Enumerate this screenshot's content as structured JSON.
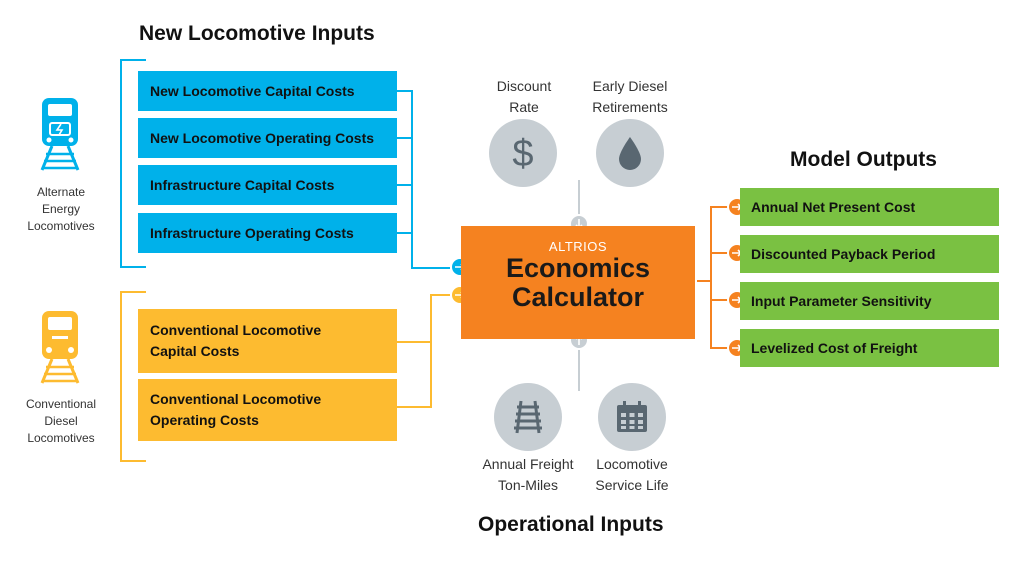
{
  "headings": {
    "new_locomotive_inputs": "New Locomotive Inputs",
    "model_outputs": "Model Outputs",
    "operational_inputs": "Operational Inputs"
  },
  "left_icons": {
    "alternate": {
      "label_lines": [
        "Alternate",
        "Energy",
        "Locomotives"
      ],
      "color": "#00b1ea",
      "icon": "electric-train-icon"
    },
    "conventional": {
      "label_lines": [
        "Conventional",
        "Diesel",
        "Locomotives"
      ],
      "color": "#fdbb30",
      "icon": "diesel-train-icon"
    }
  },
  "new_inputs": [
    "New Locomotive Capital Costs",
    "New Locomotive Operating Costs",
    "Infrastructure Capital Costs",
    "Infrastructure Operating Costs"
  ],
  "conventional_inputs": [
    {
      "line1": "Conventional Locomotive",
      "line2": "Capital Costs"
    },
    {
      "line1": "Conventional Locomotive",
      "line2": "Operating Costs"
    }
  ],
  "top_inputs": [
    {
      "line1": "Discount",
      "line2": "Rate",
      "icon": "dollar-icon"
    },
    {
      "line1": "Early Diesel",
      "line2": "Retirements",
      "icon": "drop-icon"
    }
  ],
  "bottom_inputs": [
    {
      "line1": "Annual Freight",
      "line2": "Ton-Miles",
      "icon": "railroad-track-icon"
    },
    {
      "line1": "Locomotive",
      "line2": "Service Life",
      "icon": "calendar-icon"
    }
  ],
  "calculator": {
    "brand": "ALTRIOS",
    "name_line1": "Economics",
    "name_line2": "Calculator"
  },
  "outputs": [
    "Annual Net Present Cost",
    "Discounted Payback Period",
    "Input Parameter Sensitivity",
    "Levelized Cost of Freight"
  ],
  "colors": {
    "blue": "#00b1ea",
    "yellow": "#fdbb30",
    "orange": "#f58220",
    "green": "#7ac142",
    "gray": "#c7ced3",
    "icon_dark": "#596771"
  }
}
